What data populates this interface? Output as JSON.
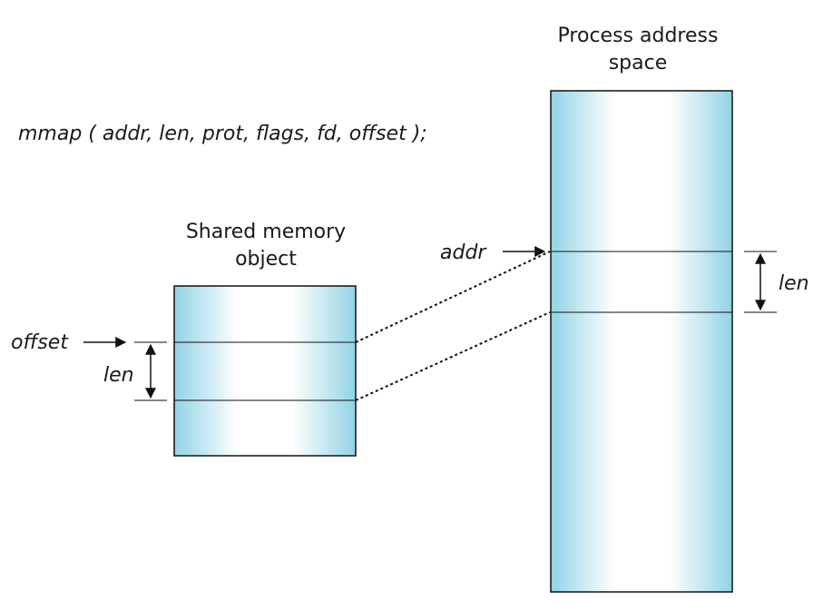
{
  "call": "mmap ( addr, len, prot, flags, fd, offset );",
  "shared_object": {
    "title_line1": "Shared memory",
    "title_line2": "object",
    "offset_label": "offset",
    "len_label": "len"
  },
  "process_space": {
    "title_line1": "Process address",
    "title_line2": "space",
    "addr_label": "addr",
    "len_label": "len"
  },
  "colors": {
    "box_edge": "#9ad6e6",
    "box_center": "#ffffff",
    "line": "#111111"
  }
}
